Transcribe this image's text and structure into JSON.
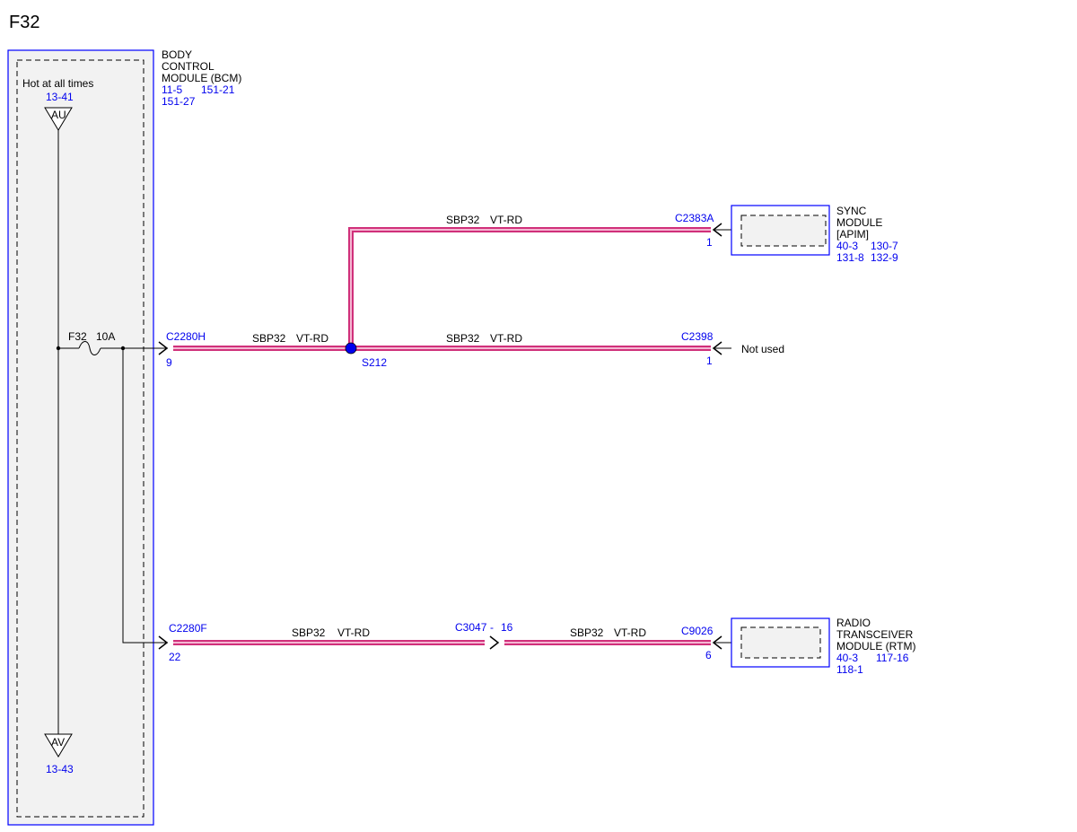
{
  "title": "F32",
  "colors": {
    "wire": "#d0307a",
    "wire_core": "#f4b6d2",
    "ref_blue": "#0000ee",
    "module_fill": "#f2f2f2",
    "module_border": "#0000ff"
  },
  "bcm": {
    "name_lines": [
      "BODY",
      "CONTROL",
      "MODULE (BCM)"
    ],
    "refs_line1": [
      "11-5",
      "151-21"
    ],
    "refs_line2": "151-27",
    "hot_label": "Hot at all times",
    "top_ref": "13-41",
    "top_node": "AU",
    "bottom_node": "AV",
    "bottom_ref": "13-43",
    "fuse_name": "F32",
    "fuse_rating": "10A"
  },
  "top_branch": {
    "connector": "C2383A",
    "pin": "1",
    "circuit": "SBP32",
    "color": "VT-RD"
  },
  "sync_module": {
    "name_lines": [
      "SYNC",
      "MODULE",
      "[APIM]"
    ],
    "refs_line1": [
      "40-3",
      "130-7"
    ],
    "refs_line2": [
      "131-8",
      "132-9"
    ]
  },
  "middle_run": {
    "connector": "C2280H",
    "pin": "9",
    "left_circuit": "SBP32",
    "left_color": "VT-RD",
    "splice": "S212",
    "right_circuit": "SBP32",
    "right_color": "VT-RD",
    "end_connector": "C2398",
    "end_pin": "1",
    "end_label": "Not used"
  },
  "bottom_run": {
    "connector": "C2280F",
    "pin": "22",
    "left_circuit": "SBP32",
    "left_color": "VT-RD",
    "inline_connector": "C3047",
    "inline_sep": "-",
    "inline_pin": "16",
    "right_circuit": "SBP32",
    "right_color": "VT-RD",
    "end_connector": "C9026",
    "end_pin": "6"
  },
  "rtm_module": {
    "name_lines": [
      "RADIO",
      "TRANSCEIVER",
      "MODULE (RTM)"
    ],
    "refs_line1": [
      "40-3",
      "117-16"
    ],
    "refs_line2": "118-1"
  }
}
